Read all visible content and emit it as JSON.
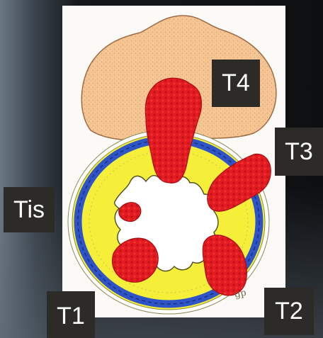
{
  "labels": {
    "t4": "T4",
    "t3": "T3",
    "tis": "Tis",
    "t1": "T1",
    "t2": "T2"
  },
  "signature": "gp",
  "colors": {
    "organ": "#f5c594",
    "wall": "#f6ef3a",
    "muscle": "#2f54c8",
    "tumor": "#e11a1f",
    "label_bg": "#2d2b28"
  }
}
